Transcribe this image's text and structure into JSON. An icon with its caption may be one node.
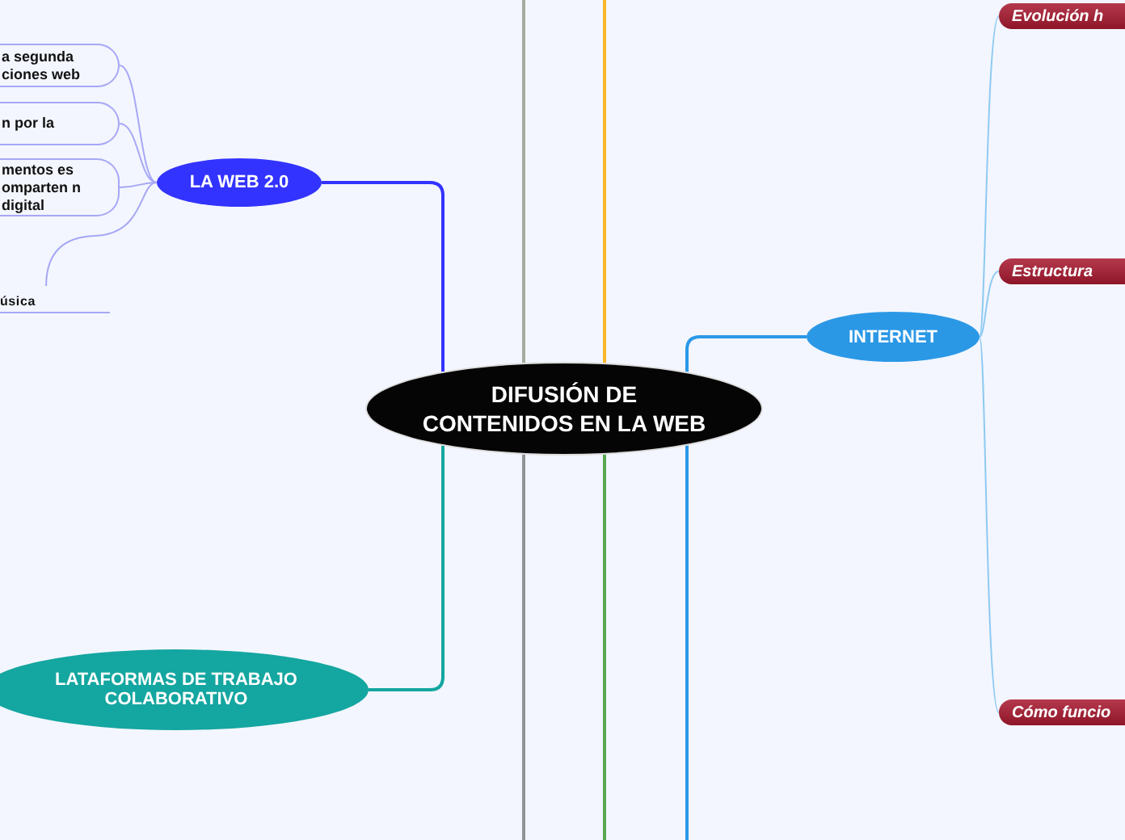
{
  "diagram": {
    "nodes": [
      {
        "text": [
          "DIFUSIÓN DE CONTENIDOS EN LA WEB"
        ]
      },
      {
        "text": [
          "LA WEB 2.0"
        ]
      },
      {
        "text": [
          "a segunda ciones web"
        ]
      },
      {
        "text": [
          "n por la"
        ]
      },
      {
        "text": [
          "mentos es omparten n digital"
        ]
      },
      {
        "text": [
          "úsica"
        ]
      },
      {
        "text": [
          "INTERNET"
        ]
      },
      {
        "text": [
          "Evolución h"
        ]
      },
      {
        "text": [
          "Estructura"
        ]
      },
      {
        "text": [
          "Cómo funcio"
        ]
      },
      {
        "text": [
          "LATAFORMAS DE TRABAJO COLABORATIVO"
        ]
      }
    ],
    "edges": [
      {
        "from": 0,
        "to": 1,
        "arrow": "none",
        "color": "#3333ff"
      },
      {
        "from": 1,
        "to": 2,
        "arrow": "none",
        "color": "#a7a7f5"
      },
      {
        "from": 1,
        "to": 3,
        "arrow": "none",
        "color": "#a7a7f5"
      },
      {
        "from": 1,
        "to": 4,
        "arrow": "none",
        "color": "#a7a7f5"
      },
      {
        "from": 1,
        "to": 5,
        "arrow": "none",
        "color": "#a7a7f5"
      },
      {
        "from": 0,
        "to": 6,
        "arrow": "none",
        "color": "#2b98e6"
      },
      {
        "from": 6,
        "to": 7,
        "arrow": "none",
        "color": "#8fcaf2"
      },
      {
        "from": 6,
        "to": 8,
        "arrow": "none",
        "color": "#8fcaf2"
      },
      {
        "from": 6,
        "to": 9,
        "arrow": "none",
        "color": "#8fcaf2"
      },
      {
        "from": 0,
        "to": 10,
        "arrow": "none",
        "color": "#14a6a0"
      },
      {
        "from": 0,
        "to": null,
        "arrow": "none",
        "color": "#a5aba0"
      },
      {
        "from": 0,
        "to": null,
        "arrow": "none",
        "color": "#f9b62a"
      },
      {
        "from": 0,
        "to": null,
        "arrow": "none",
        "color": "#909297"
      },
      {
        "from": 0,
        "to": null,
        "arrow": "none",
        "color": "#5aa74f"
      },
      {
        "from": 0,
        "to": null,
        "arrow": "none",
        "color": "#2b98e6"
      }
    ]
  }
}
